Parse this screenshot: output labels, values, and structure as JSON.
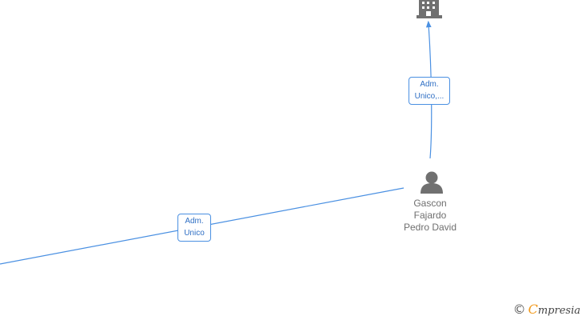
{
  "colors": {
    "edge": "#4a90e2",
    "icon": "#707070",
    "brand_accent": "#f29a1d"
  },
  "nodes": {
    "company": {
      "icon": "building-icon"
    },
    "person": {
      "icon": "person-icon",
      "name_lines": [
        "Gascon",
        "Fajardo",
        "Pedro David"
      ]
    }
  },
  "edges": [
    {
      "label_lines": [
        "Adm.",
        "Unico,..."
      ]
    },
    {
      "label_lines": [
        "Adm.",
        "Unico"
      ]
    }
  ],
  "footer": {
    "copyright_symbol": "©",
    "brand_initial": "C",
    "brand_rest": "mpresia"
  }
}
